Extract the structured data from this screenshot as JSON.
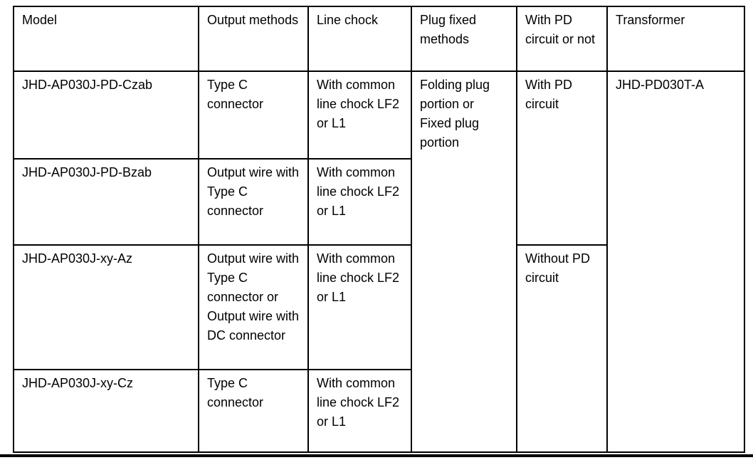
{
  "document": {
    "background_color": "#ffffff",
    "text_color": "#000000",
    "border_color": "#000000"
  },
  "table": {
    "columns": [
      "Model",
      "Output methods",
      "Line chock",
      "Plug fixed methods",
      "With PD circuit or not",
      "Transformer"
    ],
    "rows": [
      {
        "model": "JHD-AP030J-PD-Czab",
        "output_method": "Type C connector",
        "line_chock": "With common line chock LF2 or L1"
      },
      {
        "model": "JHD-AP030J-PD-Bzab",
        "output_method": "Output wire with Type C connector",
        "line_chock": "With common line chock LF2 or L1"
      },
      {
        "model": "JHD-AP030J-xy-Az",
        "output_method": "Output wire with Type C connector or Output wire with DC connector",
        "line_chock": "With common line chock LF2 or L1"
      },
      {
        "model": "JHD-AP030J-xy-Cz",
        "output_method": "Type C connector",
        "line_chock": "With common line chock LF2 or L1"
      }
    ],
    "merged_cells": {
      "plug_fixed_methods": "Folding plug portion or Fixed plug portion",
      "with_pd_circuit": "With PD circuit",
      "without_pd_circuit": "Without PD circuit",
      "transformer": "JHD-PD030T-A"
    }
  }
}
